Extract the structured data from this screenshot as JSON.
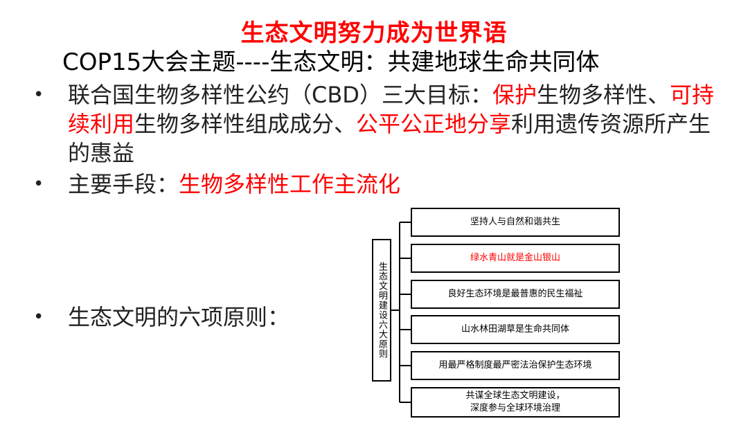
{
  "slide": {
    "title": "生态文明努力成为世界语",
    "subtitle": "COP15大会主题----生态文明：共建地球生命共同体",
    "bullet_symbol": "•",
    "bullet1": {
      "part1": "联合国生物多样性公约（CBD）三大目标：",
      "red1": "保护",
      "part2": "生物多样性、",
      "red2": "可持续利用",
      "part3": "生物多样性组成成分、",
      "red3": "公平公正地分享",
      "part4": "利用遗传资源所产生的惠益"
    },
    "bullet2": {
      "label": "主要手段：",
      "red": "生物多样性工作主流化"
    },
    "bullet3": {
      "label": "生态文明的六项原则："
    }
  },
  "diagram": {
    "root": "生态文明建设六大原则",
    "principles": [
      {
        "text": "坚持人与自然和谐共生",
        "color": "#000000"
      },
      {
        "text": "绿水青山就是金山银山",
        "color": "#ff0000"
      },
      {
        "text": "良好生态环境是最普惠的民生福祉",
        "color": "#000000"
      },
      {
        "text": "山水林田湖草是生命共同体",
        "color": "#000000"
      },
      {
        "text": "用最严格制度最严密法治保护生态环境",
        "color": "#000000"
      },
      {
        "text": "共谋全球生态文明建设，\n深度参与全球环境治理",
        "color": "#000000"
      }
    ]
  },
  "colors": {
    "accent": "#ff0000",
    "text": "#000000"
  }
}
